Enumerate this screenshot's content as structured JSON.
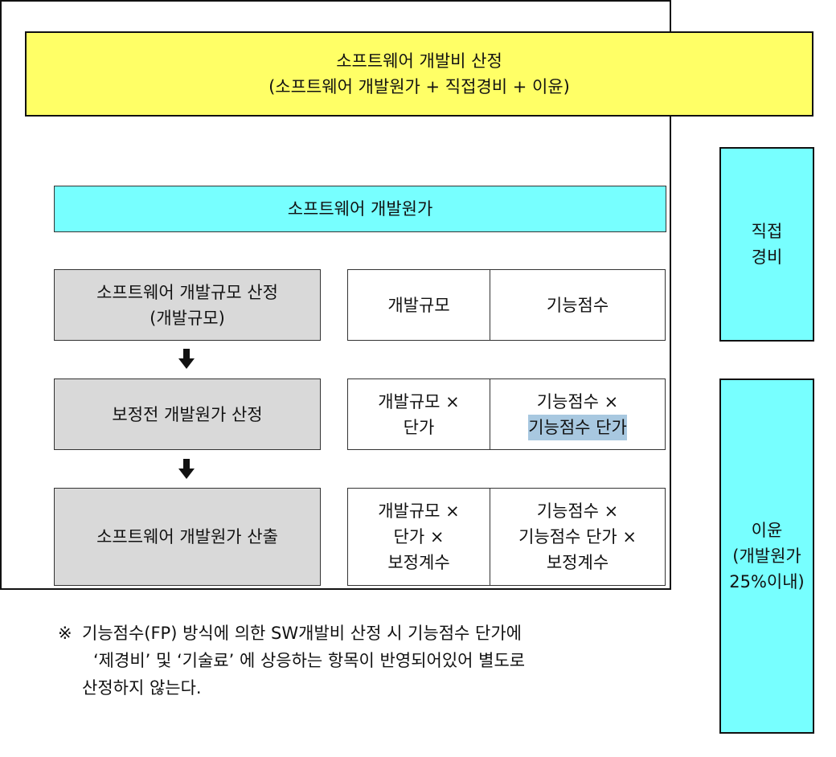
{
  "header": {
    "line1": "소프트웨어  개발비  산정",
    "line2": "(소프트웨어  개발원가  +  직접경비  +  이윤)"
  },
  "dev_cost_bar": {
    "label": "소프트웨어  개발원가"
  },
  "side": {
    "direct": {
      "line1": "직접",
      "line2": "경비"
    },
    "profit": {
      "line1": "이윤",
      "line2": "(개발원가",
      "line3": "25%이내)"
    }
  },
  "steps": [
    {
      "line1": "소프트웨어  개발규모  산정",
      "line2": "(개발규모)"
    },
    {
      "line1": "보정전  개발원가  산정"
    },
    {
      "line1": "소프트웨어  개발원가  산출"
    }
  ],
  "table": {
    "row1": {
      "left": [
        "개발규모"
      ],
      "right": [
        "기능점수"
      ]
    },
    "row2": {
      "left": [
        "개발규모  ×",
        "단가"
      ],
      "right": [
        "기능점수  ×",
        "기능점수  단가"
      ]
    },
    "row3": {
      "left": [
        "개발규모  ×",
        "단가  ×",
        "보정계수"
      ],
      "right": [
        "기능점수  ×",
        "기능점수  단가  ×",
        "보정계수"
      ]
    }
  },
  "note": {
    "mark": "※",
    "line1": "기능점수(FP)  방식에  의한  SW개발비  산정  시  기능점수  단가에",
    "line2": "‘제경비’  및  ‘기술료’  에  상응하는  항목이  반영되어있어  별도로",
    "line3": "산정하지  않는다."
  },
  "colors": {
    "header_bg": "#ffff66",
    "cyan": "#77ffff",
    "step_bg": "#d9d9d9",
    "highlight": "#a8c8e0"
  },
  "icons": [
    "arrow-down-icon",
    "arrow-down-icon"
  ]
}
